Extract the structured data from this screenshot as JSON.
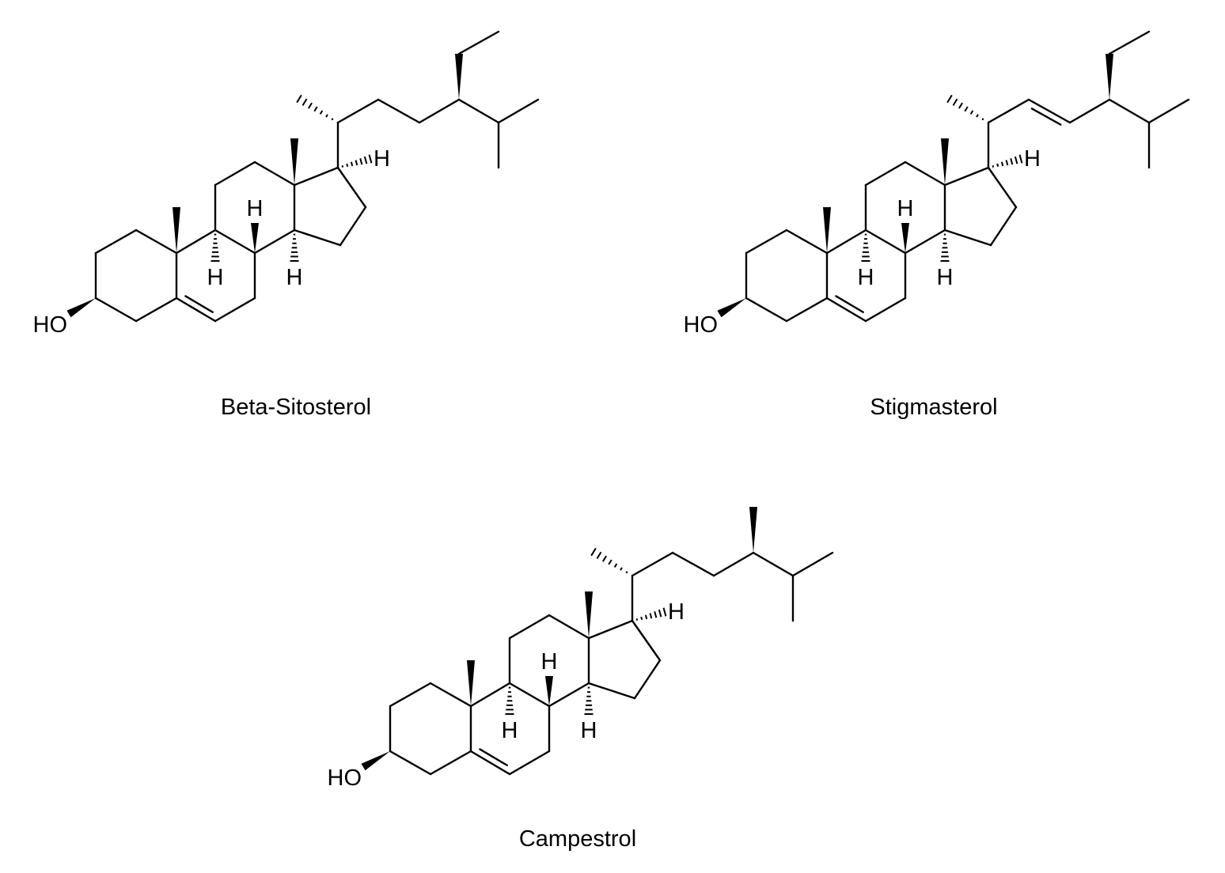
{
  "molecules": [
    {
      "name": "Beta-Sitosterol",
      "labels": {
        "hydroxyl": "HO",
        "h8": "H",
        "h9": "H",
        "h14": "H",
        "h17": "H"
      },
      "side_chain_double_bond": false,
      "c24_substituent": "ethyl"
    },
    {
      "name": "Stigmasterol",
      "labels": {
        "hydroxyl": "HO",
        "h8": "H",
        "h9": "H",
        "h14": "H",
        "h17": "H"
      },
      "side_chain_double_bond": true,
      "c24_substituent": "ethyl"
    },
    {
      "name": "Campestrol",
      "labels": {
        "hydroxyl": "HO",
        "h8": "H",
        "h9": "H",
        "h14": "H",
        "h17": "H"
      },
      "side_chain_double_bond": false,
      "c24_substituent": "methyl"
    }
  ],
  "colors": {
    "ink": "#000000",
    "background": "#ffffff"
  }
}
